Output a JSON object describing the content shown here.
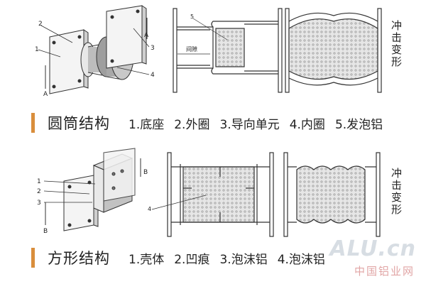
{
  "round": {
    "title": "圆筒结构",
    "items": [
      "1.底座",
      "2.外圈",
      "3.导向单元",
      "4.内圈",
      "5.发泡铝"
    ],
    "part_labels": [
      "1",
      "2",
      "3",
      "4",
      "5"
    ],
    "section_label": "A",
    "gap_label": "间隙",
    "impact_label": "冲击变形"
  },
  "square": {
    "title": "方形结构",
    "items": [
      "1.壳体",
      "2.凹痕",
      "3.泡沫铝",
      "4.泡沫铝"
    ],
    "part_labels": [
      "1",
      "2",
      "3",
      "4"
    ],
    "section_label": "B",
    "impact_label": "冲击变形"
  },
  "watermark": {
    "brand": "ALU.cn",
    "sub": "中国铝业网"
  },
  "colors": {
    "accent": "#d98e3c",
    "line": "#333333",
    "foam": "#d7d7d7"
  }
}
